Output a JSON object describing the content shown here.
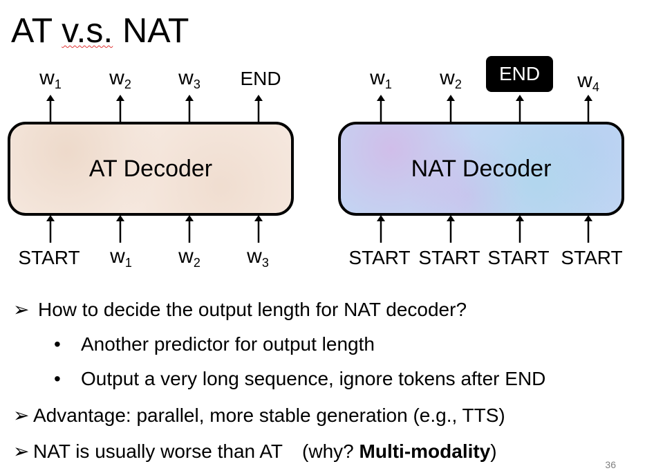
{
  "title": {
    "part1": "AT ",
    "part2": "v.s.",
    "part3": " NAT"
  },
  "at": {
    "label": "AT Decoder",
    "outputs": [
      {
        "base": "w",
        "sub": "1"
      },
      {
        "base": "w",
        "sub": "2"
      },
      {
        "base": "w",
        "sub": "3"
      },
      {
        "base": "END",
        "sub": ""
      }
    ],
    "inputs": [
      {
        "base": "START",
        "sub": ""
      },
      {
        "base": "w",
        "sub": "1"
      },
      {
        "base": "w",
        "sub": "2"
      },
      {
        "base": "w",
        "sub": "3"
      }
    ]
  },
  "nat": {
    "label": "NAT Decoder",
    "outputs": [
      {
        "base": "w",
        "sub": "1"
      },
      {
        "base": "w",
        "sub": "2"
      },
      {
        "base": "END",
        "sub": ""
      },
      {
        "base": "w",
        "sub": "4"
      }
    ],
    "inputs": [
      {
        "base": "START",
        "sub": ""
      },
      {
        "base": "START",
        "sub": ""
      },
      {
        "base": "START",
        "sub": ""
      },
      {
        "base": "START",
        "sub": ""
      }
    ]
  },
  "bullets": {
    "q": "How to decide the output length for NAT decoder?",
    "sub1": "Another predictor for output length",
    "sub2": "Output a very long sequence, ignore tokens after END",
    "adv": "Advantage: parallel, more stable generation (e.g., TTS)",
    "worse_a": "NAT is usually worse than AT",
    "worse_b": "(why? ",
    "worse_bold": "Multi-modality",
    "worse_c": ")"
  },
  "page_number": "36"
}
